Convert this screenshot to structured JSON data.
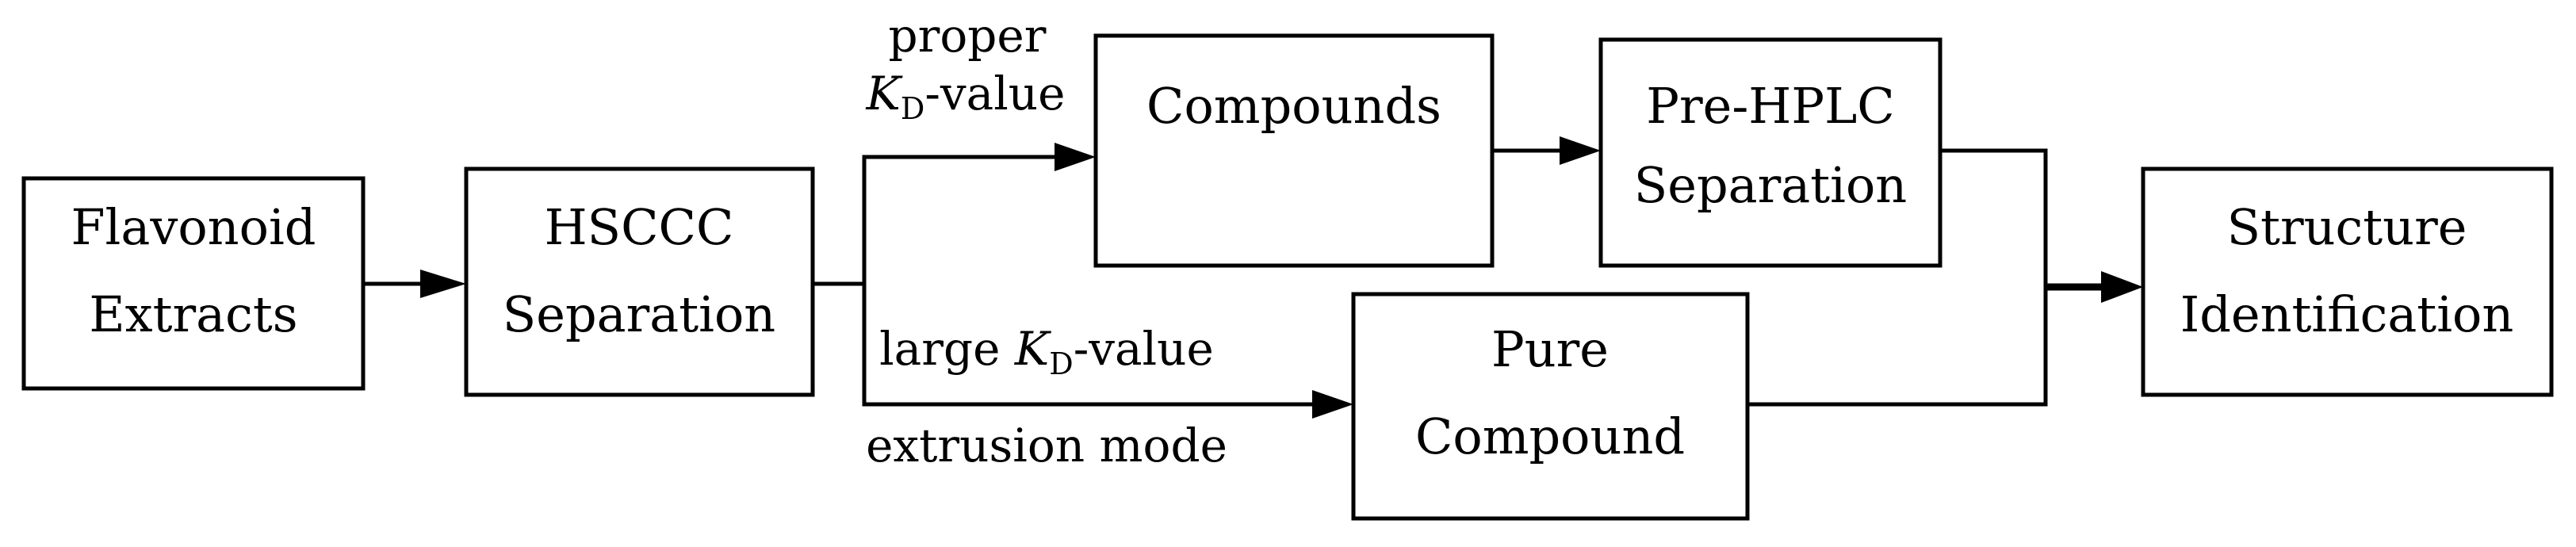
{
  "boxes": {
    "flavonoid": {
      "line1": "Flavonoid",
      "line2": "Extracts"
    },
    "hsccc": {
      "line1": "HSCCC",
      "line2": "Separation"
    },
    "compounds": {
      "line1": "Compounds"
    },
    "prehplc": {
      "line1": "Pre-HPLC",
      "line2": "Separation"
    },
    "pure": {
      "line1": "Pure",
      "line2": "Compound"
    },
    "structure": {
      "line1": "Structure",
      "line2": "Identification"
    }
  },
  "labels": {
    "upper_line1": "proper",
    "upper_italic": "K",
    "upper_sub": "D",
    "upper_rest": "-value",
    "lower_prefix": "large ",
    "lower_italic": "K",
    "lower_sub": "D",
    "lower_rest": "-value",
    "lower_line2": "extrusion mode"
  },
  "colors": {
    "stroke": "#000000",
    "background": "#ffffff"
  }
}
